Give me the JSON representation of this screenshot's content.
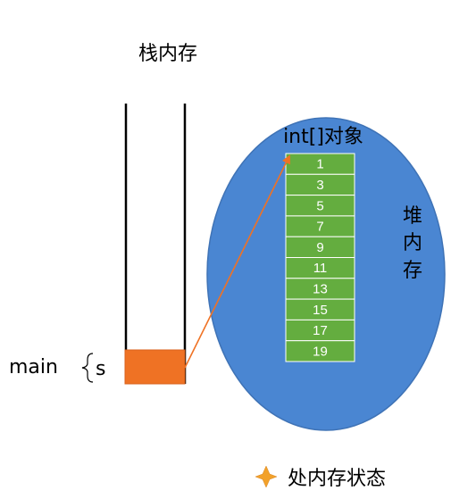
{
  "stack": {
    "title": "栈内存",
    "frame_label": "main",
    "var_name": "s"
  },
  "heap": {
    "title_chars": [
      "堆",
      "内",
      "存"
    ],
    "object_label": "int[]对象",
    "cells": [
      "1",
      "3",
      "5",
      "7",
      "9",
      "11",
      "13",
      "15",
      "17",
      "19"
    ]
  },
  "footer": {
    "caption": "处内存状态"
  },
  "colors": {
    "heap_fill": "#4a86d2",
    "heap_stroke": "#3f73b6",
    "cell_fill": "#64ad3f",
    "cell_stroke": "#ffffff",
    "var_box": "#ef7224",
    "arrow": "#ef7224",
    "star": "#f2a12a"
  }
}
